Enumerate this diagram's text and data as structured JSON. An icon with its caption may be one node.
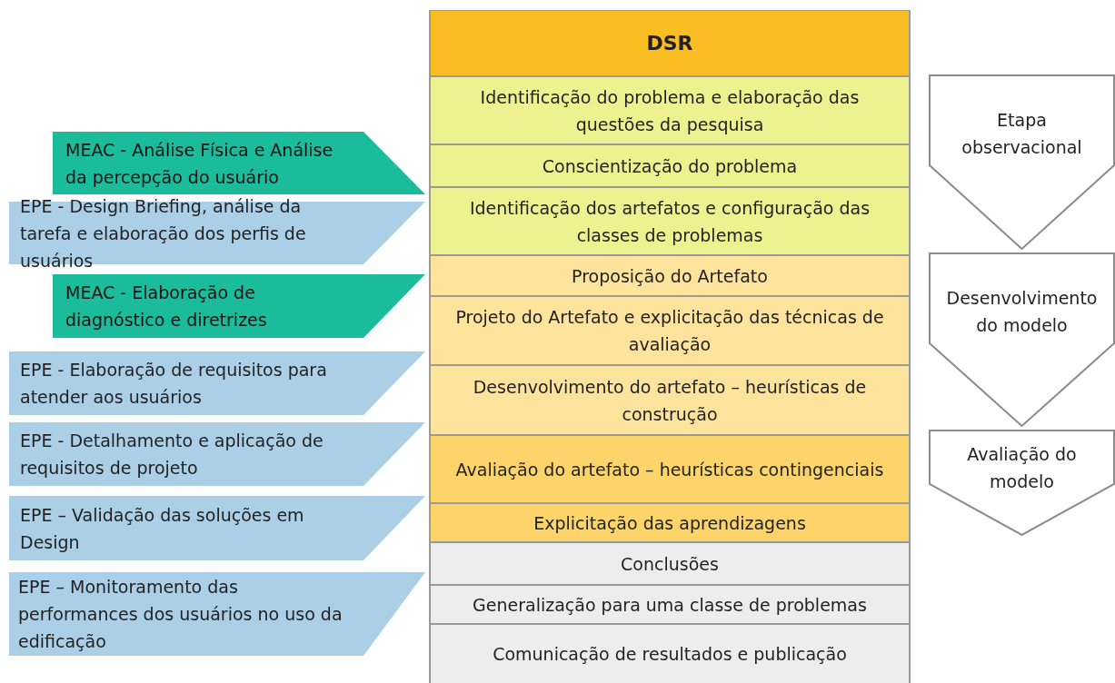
{
  "diagram": {
    "nodes": [
      {
        "text": [
          "DSR"
        ]
      },
      {
        "text": [
          "Identificação do problema e elaboração das questões da pesquisa"
        ]
      },
      {
        "text": [
          "Conscientização do problema"
        ]
      },
      {
        "text": [
          "Identificação dos artefatos e configuração das classes de problemas"
        ]
      },
      {
        "text": [
          "Proposição do Artefato"
        ]
      },
      {
        "text": [
          "Projeto do Artefato e explicitação das técnicas de avaliação"
        ]
      },
      {
        "text": [
          "Desenvolvimento do artefato – heurísticas de construção"
        ]
      },
      {
        "text": [
          "Avaliação do artefato – heurísticas contingenciais"
        ]
      },
      {
        "text": [
          "Explicitação das aprendizagens"
        ]
      },
      {
        "text": [
          "Conclusões"
        ]
      },
      {
        "text": [
          "Generalização para uma classe de problemas"
        ]
      },
      {
        "text": [
          "Comunicação de resultados e publicação"
        ]
      },
      {
        "text": [
          "MEAC - Análise Física e Análise da percepção do usuário"
        ]
      },
      {
        "text": [
          "EPE - Design Briefing, análise da tarefa e elaboração dos perfis de usuários"
        ]
      },
      {
        "text": [
          "MEAC - Elaboração de diagnóstico e diretrizes"
        ]
      },
      {
        "text": [
          "EPE - Elaboração de requisitos para atender aos usuários"
        ]
      },
      {
        "text": [
          "EPE - Detalhamento e aplicação de requisitos de projeto"
        ]
      },
      {
        "text": [
          "EPE – Validação das soluções em Design"
        ]
      },
      {
        "text": [
          "EPE – Monitoramento das performances dos usuários no uso da edificação"
        ]
      },
      {
        "text": [
          "Etapa observacional"
        ]
      },
      {
        "text": [
          "Desenvolvimento do modelo"
        ]
      },
      {
        "text": [
          "Avaliação do modelo"
        ]
      }
    ],
    "edges": []
  }
}
